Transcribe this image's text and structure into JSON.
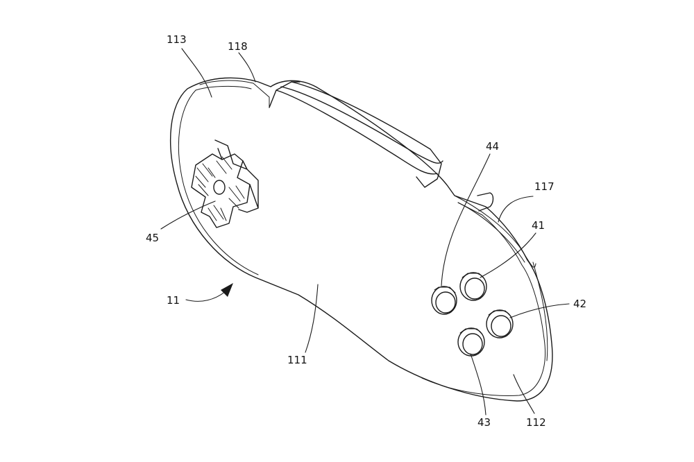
{
  "figure": {
    "labels": {
      "l113": "113",
      "l118": "118",
      "l44": "44",
      "l117": "117",
      "l41": "41",
      "l42": "42",
      "l45": "45",
      "l11": "11",
      "l111": "111",
      "l43": "43",
      "l112": "112"
    },
    "line_color": "#1a1a1a",
    "background": "#ffffff"
  }
}
